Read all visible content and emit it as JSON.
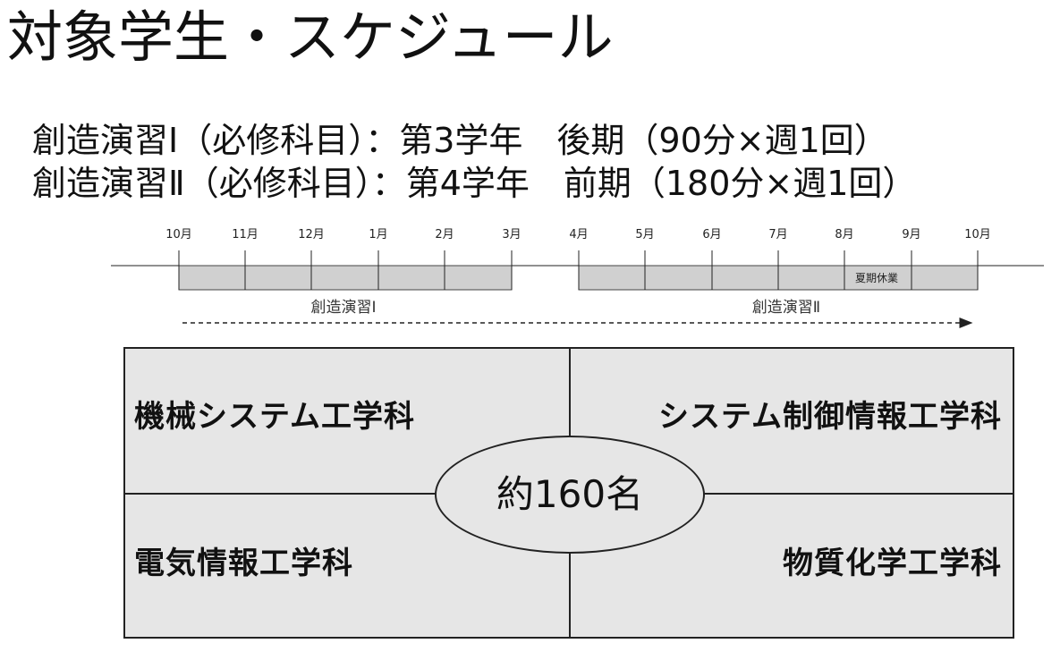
{
  "title": "対象学生・スケジュール",
  "courses": [
    "創造演習Ⅰ（必修科目）：第3学年　後期（90分×週1回）",
    "創造演習Ⅱ（必修科目）：第4学年　前期（180分×週1回）"
  ],
  "timeline": {
    "months": [
      "10月",
      "11月",
      "12月",
      "1月",
      "2月",
      "3月",
      "4月",
      "5月",
      "6月",
      "7月",
      "8月",
      "9月",
      "10月"
    ],
    "bar_labels": [
      "創造演習Ⅰ",
      "創造演習Ⅱ"
    ],
    "summer_break": "夏期休業",
    "bar_color": "#d0d0d0"
  },
  "departments": {
    "top_left": "機械システム工学科",
    "top_right": "システム制御情報工学科",
    "bottom_left": "電気情報工学科",
    "bottom_right": "物質化学工学科"
  },
  "total_students": "約160名"
}
